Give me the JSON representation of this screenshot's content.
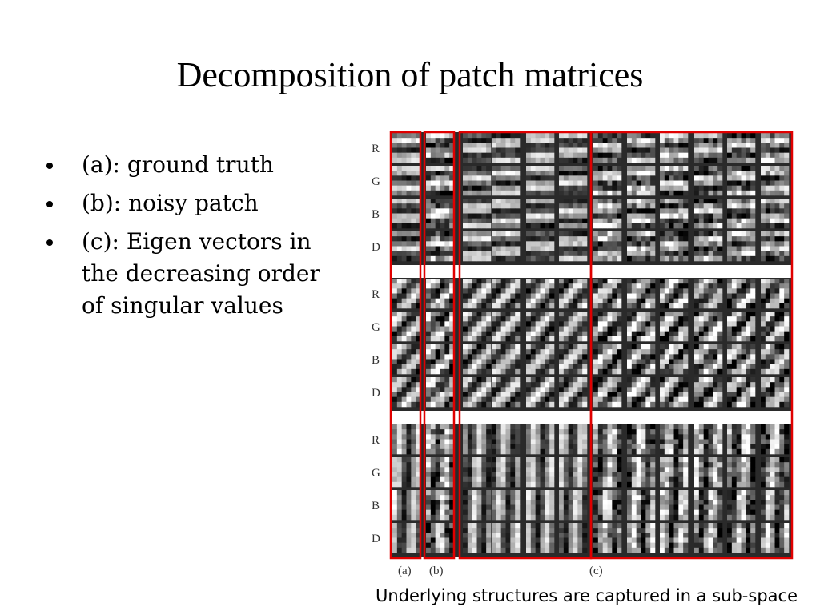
{
  "slide": {
    "title": "Decomposition of patch matrices",
    "bullets": [
      "(a): ground truth",
      "(b): noisy patch",
      "(c): Eigen vectors in the decreasing order of singular values"
    ],
    "caption": "Underlying structures are captured in a sub-space"
  },
  "figure": {
    "row_labels": [
      "R",
      "G",
      "B",
      "D"
    ],
    "column_labels": [
      "(a)",
      "(b)",
      "(c)"
    ],
    "groups": 3,
    "eigenvector_tiles_per_row": 10,
    "highlight_color": "#e00000",
    "tile_pattern_by_group": [
      "horizontal-stripes",
      "diagonal-stripes",
      "vertical-bars"
    ]
  }
}
